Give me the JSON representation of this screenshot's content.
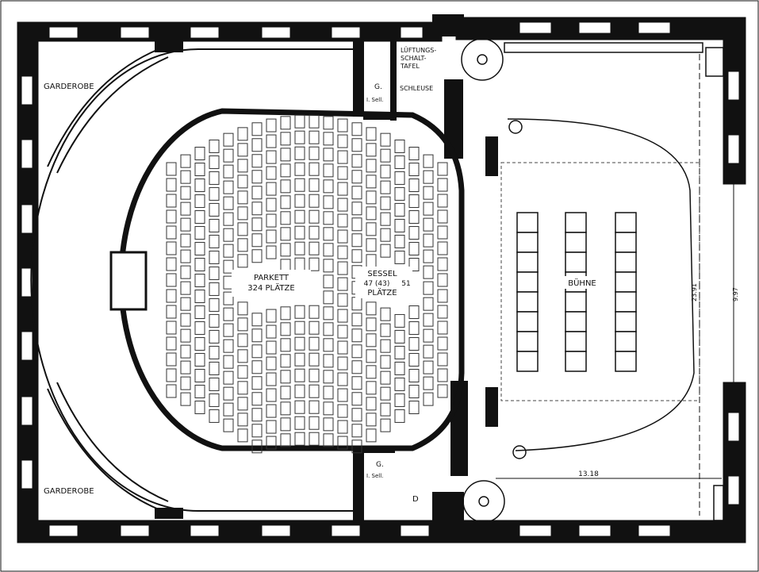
{
  "rooms": {
    "garderobe_top": "GARDEROBE",
    "garderobe_bottom": "GARDEROBE",
    "lueftung_line1": "LÜFTUNGS-",
    "lueftung_line2": "SCHALT-",
    "lueftung_line3": "TAFEL",
    "schleuse": "SCHLEUSE",
    "wc_top_letter": "G.",
    "wc_top_sub": "I. Sell.",
    "wc_bottom_letter": "G.",
    "wc_bottom_sub": "I. Sell.",
    "room_d": "D"
  },
  "seating": {
    "parkett_line1": "PARKETT",
    "parkett_line2": "324 PLÄTZE",
    "sessel_line1": "SESSEL",
    "sessel_line2": "47 (43)",
    "sessel_line3": "PLÄTZE",
    "sessel_side": "51"
  },
  "stage": {
    "label": "BÜHNE"
  },
  "dimensions": {
    "stage_width": "13.18",
    "stage_depth": "23.91",
    "side_depth": "9.97"
  },
  "colors": {
    "ink": "#111111",
    "paper": "#ffffff"
  }
}
